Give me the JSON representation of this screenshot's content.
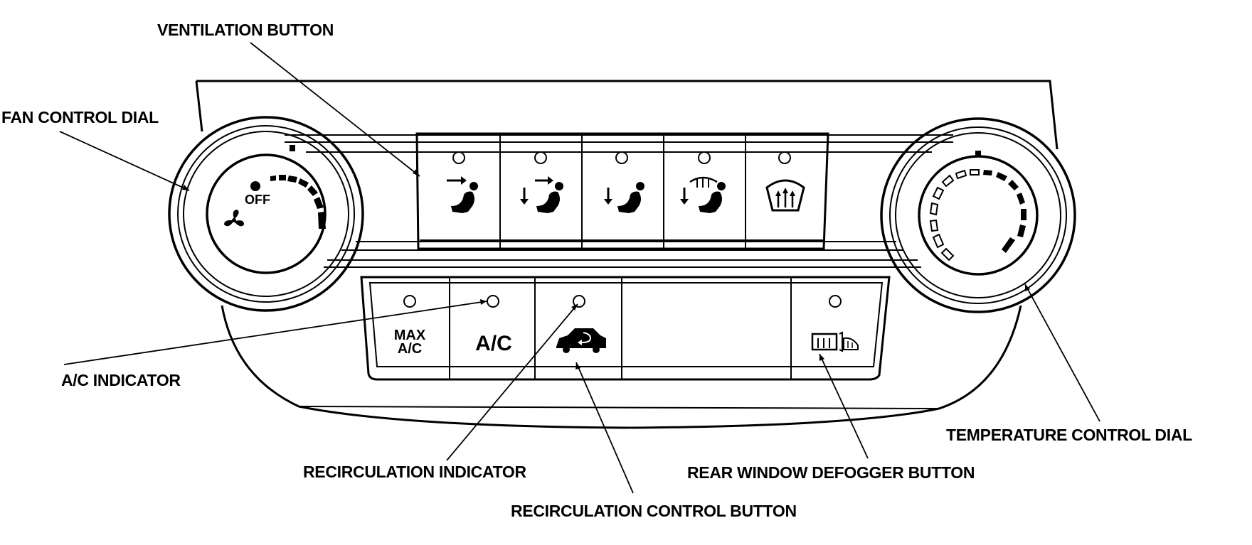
{
  "callouts": {
    "ventilation_button": "VENTILATION BUTTON",
    "fan_control_dial": "FAN CONTROL DIAL",
    "ac_indicator": "A/C INDICATOR",
    "recirculation_indicator": "RECIRCULATION INDICATOR",
    "recirculation_control_button": "RECIRCULATION CONTROL BUTTON",
    "rear_window_defogger_button": "REAR WINDOW DEFOGGER BUTTON",
    "temperature_control_dial": "TEMPERATURE CONTROL DIAL"
  },
  "panel": {
    "fan_off_label": "OFF",
    "max_ac_line1": "MAX",
    "max_ac_line2": "A/C",
    "ac_label": "A/C"
  },
  "icons": {
    "vent_modes": [
      "face-vent-icon",
      "bilevel-vent-icon",
      "floor-vent-icon",
      "floor-defrost-vent-icon",
      "windshield-defrost-icon"
    ],
    "fan": "fan-icon",
    "recirculation": "car-recirculation-icon",
    "rear_defogger": "rear-defogger-icon"
  }
}
